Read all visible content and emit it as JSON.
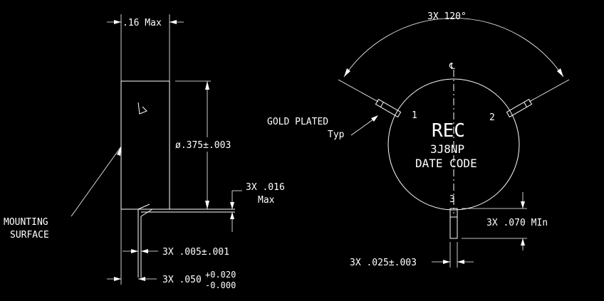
{
  "labels": {
    "max16": ".16 Max",
    "dia": "ø.375±.003",
    "lead016_line1": "3X .016",
    "lead016_line2": "Max",
    "mounting_line1": "MOUNTING",
    "mounting_line2": "SURFACE",
    "lead005": "3X .005±.001",
    "lead050_prefix": "3X .050",
    "lead050_plus": "+0.020",
    "lead050_minus": "-0.000",
    "angle": "3X 120°",
    "gold_line1": "GOLD PLATED",
    "gold_line2": "Typ",
    "pin1": "1",
    "pin2": "2",
    "pin3": "3",
    "rec": "REC",
    "part": "3J8NP",
    "datecode": "DATE CODE",
    "lead070": "3X .070 MIn",
    "lead025": "3X .025±.003",
    "centerline": "℄"
  },
  "colors": {
    "background": "#000000",
    "ink": "#ffffff"
  }
}
